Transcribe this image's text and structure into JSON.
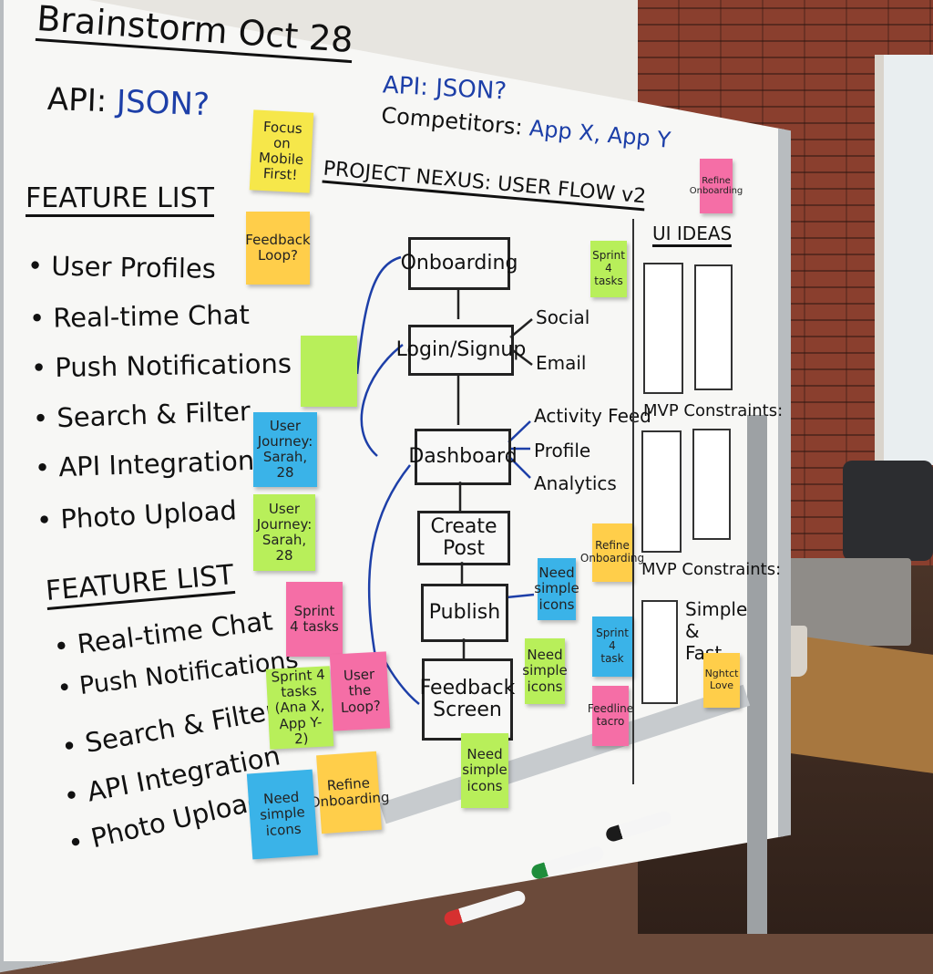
{
  "header": {
    "title": "Brainstorm Oct 28",
    "api_left_prefix": "API:",
    "api_left_value": "JSON?"
  },
  "top_notes": {
    "api_right": "API: JSON?",
    "competitors_prefix": "Competitors:",
    "competitors_value": "App X, App Y"
  },
  "feature_list_1": {
    "heading": "FEATURE LIST",
    "items": [
      "• User Profiles",
      "• Real-time Chat",
      "• Push Notifications",
      "• Search & Filter",
      "• API Integration",
      "• Photo Upload"
    ]
  },
  "feature_list_2": {
    "heading": "FEATURE LIST",
    "items": [
      "• Real-time Chat",
      "• Push Notifications",
      "• Search & Filter",
      "• API Integration",
      "• Photo Upload"
    ]
  },
  "flow": {
    "title": "PROJECT NEXUS: USER FLOW v2",
    "nodes": [
      "Onboarding",
      "Login/Signup",
      "Dashboard",
      "Create Post",
      "Publish",
      "Feedback Screen"
    ],
    "login_branches": [
      "Social",
      "Email"
    ],
    "dashboard_branches": [
      "Activity Feed",
      "Profile",
      "Analytics"
    ]
  },
  "ui_panel": {
    "heading": "UI IDEAS",
    "constraints_1": "MVP Constraints:",
    "constraints_2": "MVP Constraints:",
    "simple_fast": "Simple & Fast"
  },
  "sticky_notes": [
    {
      "text": "Focus on Mobile First!",
      "color": "yellow"
    },
    {
      "text": "Feedback Loop?",
      "color": "orange"
    },
    {
      "text": "",
      "color": "green"
    },
    {
      "text": "User Journey: Sarah, 28",
      "color": "blue"
    },
    {
      "text": "User Journey: Sarah, 28",
      "color": "green"
    },
    {
      "text": "Sprint 4 tasks",
      "color": "pink"
    },
    {
      "text": "Sprint 4 tasks (Ana X, App Y-2)",
      "color": "green"
    },
    {
      "text": "User the Loop?",
      "color": "pink"
    },
    {
      "text": "Refine Onboarding",
      "color": "yellow"
    },
    {
      "text": "Need simple icons",
      "color": "blue"
    },
    {
      "text": "Need simple icons",
      "color": "green"
    },
    {
      "text": "Need simple icons",
      "color": "green"
    },
    {
      "text": "Need simple icons",
      "color": "blue"
    },
    {
      "text": "Refine Onboarding",
      "color": "orange"
    },
    {
      "text": "Sprint 4 tasks",
      "color": "green"
    },
    {
      "text": "Refine Onboarding",
      "color": "pink"
    },
    {
      "text": "Sprint 4 task",
      "color": "blue"
    },
    {
      "text": "Feedline tacro",
      "color": "pink"
    },
    {
      "text": "Nghtct Love",
      "color": "yellow"
    }
  ],
  "colors": {
    "marker_blue": "#1d3fa8",
    "yellow": "#f6e74a",
    "green": "#b8ef5a",
    "pink": "#f56ea6",
    "orange": "#ffce4a",
    "blue": "#3ab3e8"
  }
}
